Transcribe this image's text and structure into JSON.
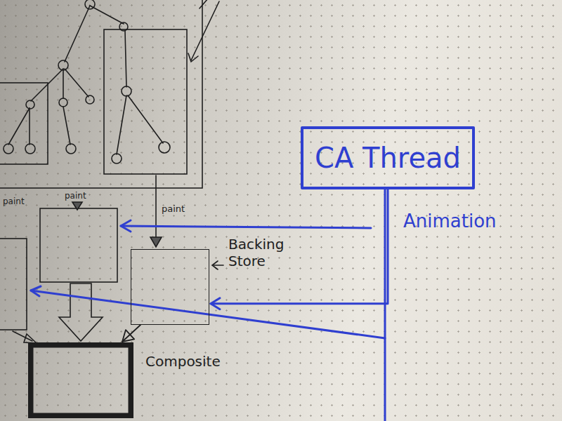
{
  "diagram": {
    "nodes": [
      {
        "text": [
          "CA Thread"
        ]
      },
      {
        "text": [
          "Backing Store"
        ]
      },
      {
        "text": [
          "Composite"
        ]
      }
    ],
    "edges": [
      {
        "from": 0,
        "to": 1,
        "arrow": "to"
      },
      {
        "from": 1,
        "to": 2,
        "arrow": "to"
      }
    ],
    "labels": [
      "paint",
      "paint",
      "paint",
      "Animation"
    ]
  }
}
